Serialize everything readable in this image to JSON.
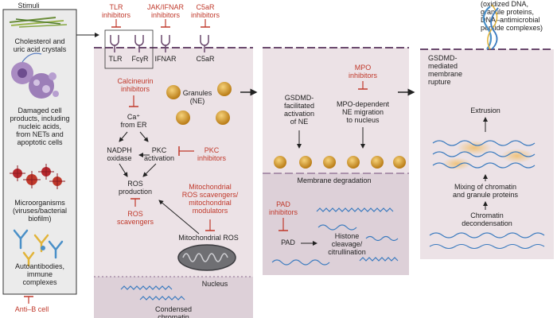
{
  "stimuli": {
    "header": "Stimuli",
    "items": [
      {
        "label": "Cholesterol and\nuric acid crystals",
        "icon": "crystals-icon"
      },
      {
        "label": "Damaged cell\nproducts, including\nnucleic acids,\nfrom NETs and\napoptotic cells",
        "icon": "damaged-cell-icon"
      },
      {
        "label": "Microorganisms\n(viruses/bacterial\nbiofilm)",
        "icon": "microorganism-icon"
      },
      {
        "label": "Autoantibodies,\nimmune\ncomplexes",
        "icon": "antibody-icon"
      }
    ],
    "anti_b": "Anti–B cell"
  },
  "inhibitors": {
    "tlr": "TLR\ninhibitors",
    "jak": "JAK/IFNAR\ninhibitors",
    "c5ar": "C5aR\ninhibitors",
    "calcineurin": "Calcineurin\ninhibitors",
    "pkc": "PKC\ninhibitors",
    "mito": "Mitochondrial\nROS scavengers/\nmitochondrial\nmodulators",
    "ros": "ROS\nscavengers",
    "mpo": "MPO\ninhibitors",
    "pad": "PAD\ninhibitors"
  },
  "receptors": {
    "tlr": "TLR",
    "fcr": "FcγR",
    "ifnar": "IFNAR",
    "c5ar": "C5aR"
  },
  "panel1": {
    "granules": "Granules\n(NE)",
    "ca": "Ca⁺\nfrom ER",
    "nadph": "NADPH\noxidase",
    "pkc": "PKC\nactivation",
    "ros_prod": "ROS\nproduction",
    "mito_ros": "Mitochondrial ROS",
    "nucleus": "Nucleus",
    "condensed": "Condensed\nchromatin"
  },
  "panel2": {
    "gsdmd": "GSDMD-\nfacilitated\nactivation\nof NE",
    "mpo_dep": "MPO-dependent\nNE migration\nto nucleus",
    "membrane": "Membrane degradation",
    "pad": "PAD",
    "histone": "Histone\ncleavage/\ncitrullination"
  },
  "panel3": {
    "net_desc": "(oxidized DNA,\ngranule proteins,\nDNA–antimicrobial\npeptide complexes)",
    "rupture": "GSDMD-\nmediated\nmembrane\nrupture",
    "extrusion": "Extrusion",
    "mixing": "Mixing of chromatin\nand granule proteins",
    "decondensation": "Chromatin\ndecondensation"
  },
  "colors": {
    "inhibitor": "#c0392b",
    "panel": "#ece2e6",
    "nucleus": "#ddd0d8",
    "granule": "#d9a13a",
    "dna": "#3b7bbf"
  }
}
